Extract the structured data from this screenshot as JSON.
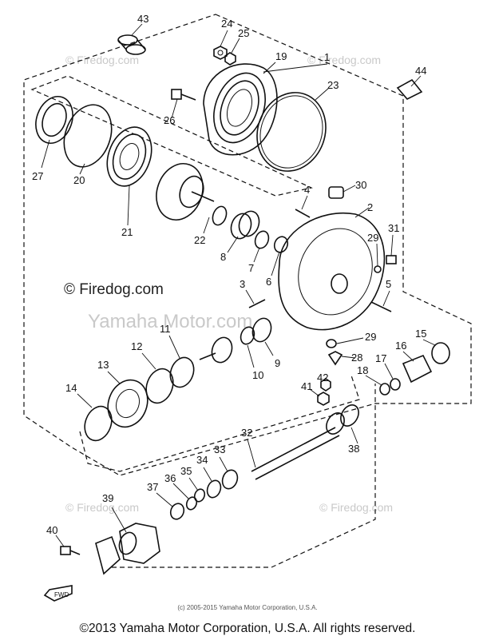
{
  "watermarks": {
    "firedog_small": "© Firedog.com",
    "firedog_large": "© Firedog.com",
    "yamaha_motor": "Yamaha Motor.com"
  },
  "inner_copyright": "(c) 2005-2015 Yamaha Motor Corporation, U.S.A.",
  "footer_copyright": "©2013 Yamaha Motor Corporation, U.S.A. All rights reserved.",
  "fwd_label": "FWD",
  "part_numbers": [
    "1",
    "2",
    "3",
    "4",
    "5",
    "6",
    "7",
    "8",
    "9",
    "10",
    "11",
    "12",
    "13",
    "14",
    "15",
    "16",
    "17",
    "18",
    "19",
    "20",
    "21",
    "22",
    "23",
    "24",
    "25",
    "26",
    "27",
    "28",
    "29",
    "29",
    "30",
    "31",
    "32",
    "33",
    "34",
    "35",
    "36",
    "37",
    "38",
    "39",
    "40",
    "41",
    "42",
    "43",
    "44"
  ]
}
